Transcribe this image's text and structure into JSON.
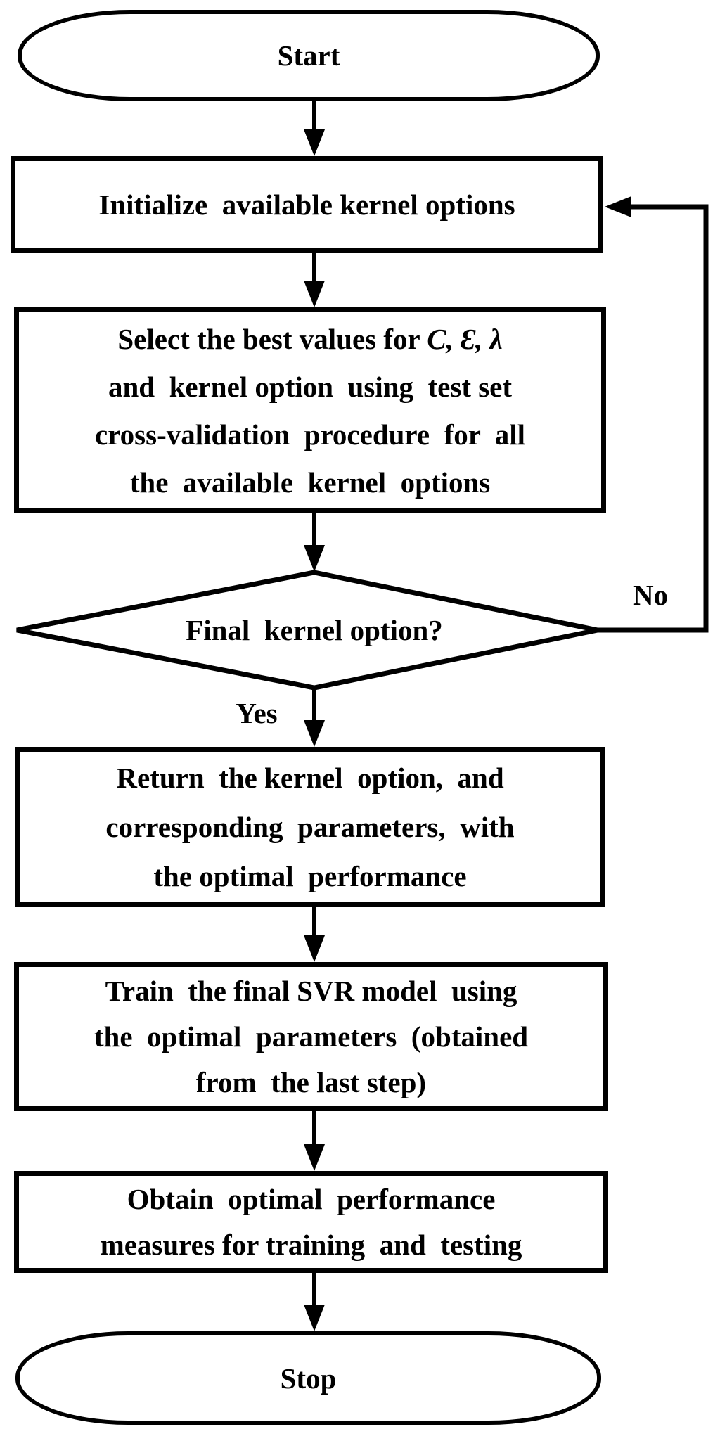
{
  "figure": {
    "type": "flowchart",
    "background_color": "#ffffff",
    "stroke_color": "#000000",
    "text_color": "#000000"
  },
  "nodes": {
    "start": {
      "type": "terminator",
      "label": "Start"
    },
    "initialize": {
      "type": "process",
      "label": "Initialize  available kernel options"
    },
    "select": {
      "type": "process",
      "line1_prefix": "Select the best values for ",
      "line1_symbols": "C, Ɛ, λ",
      "lines": [
        "and  kernel option  using  test set",
        "cross-validation  procedure  for  all",
        "the  available  kernel  options"
      ]
    },
    "decision": {
      "type": "decision",
      "label": "Final  kernel option?"
    },
    "return": {
      "type": "process",
      "lines": [
        "Return  the kernel  option,  and",
        "corresponding  parameters,  with",
        "the optimal  performance"
      ]
    },
    "train": {
      "type": "process",
      "lines": [
        "Train  the final SVR model  using",
        "the  optimal  parameters  (obtained",
        "from  the last step)"
      ]
    },
    "obtain": {
      "type": "process",
      "lines": [
        "Obtain  optimal  performance",
        "measures for training  and  testing"
      ]
    },
    "stop": {
      "type": "terminator",
      "label": "Stop"
    }
  },
  "edges": [
    {
      "from": "start",
      "to": "initialize"
    },
    {
      "from": "initialize",
      "to": "select"
    },
    {
      "from": "select",
      "to": "decision"
    },
    {
      "from": "decision",
      "to": "return",
      "label": "Yes"
    },
    {
      "from": "decision",
      "to": "initialize",
      "label": "No"
    },
    {
      "from": "return",
      "to": "train"
    },
    {
      "from": "train",
      "to": "obtain"
    },
    {
      "from": "obtain",
      "to": "stop"
    }
  ]
}
